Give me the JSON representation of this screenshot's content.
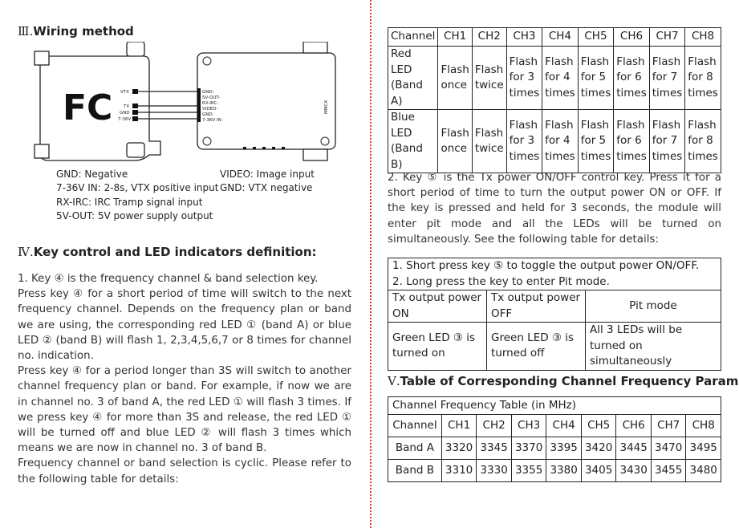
{
  "wiring": {
    "numeral": "Ⅲ.",
    "title": "Wiring method",
    "fc_label": "FC",
    "fc_pins": [
      "VTX",
      "TX",
      "GND",
      "7-36V"
    ],
    "vtx_pins": [
      "GND-",
      "5V-OUT-",
      "RX-IRC-",
      "VIDEO-",
      "GND-",
      "7-36V IN-"
    ],
    "vtx_side_text": "MMCX",
    "legend": {
      "gnd": "GND: Negative",
      "vin": "7-36V IN: 2-8s, VTX positive input",
      "rx": "RX-IRC: IRC Tramp signal input",
      "vout": "5V-OUT: 5V power supply output",
      "video": "VIDEO: Image input",
      "gnd_vtx": "GND: VTX negative"
    }
  },
  "keys": {
    "numeral": "Ⅳ.",
    "title": "Key control and LED indicators definition:",
    "paragraphs": [
      "1. Key ④ is the frequency channel & band selection key.",
      "Press key ④ for a short period of time will switch to the next frequency channel. Depends on the frequency plan or band we are using, the corresponding red LED ① (band A) or blue LED ② (band B) will flash 1, 2,3,4,5,6,7 or 8 times for channel no. indication.",
      "Press key ④ for a period longer than 3S will switch to another channel frequency plan or band. For example, if now we are in channel no. 3 of band A, the red LED ① will flash 3 times. If we press key ④ for more than 3S and release, the red LED ① will be turned off and blue LED ② will flash 3 times which means we are now in channel no. 3 of band B.",
      "Frequency channel or band selection is cyclic. Please refer to the following table for details:"
    ]
  },
  "led_table": {
    "header": [
      "Channel",
      "CH1",
      "CH2",
      "CH3",
      "CH4",
      "CH5",
      "CH6",
      "CH7",
      "CH8"
    ],
    "rows": [
      [
        "Red LED (Band A)",
        "Flash once",
        "Flash twice",
        "Flash for 3 times",
        "Flash for 4 times",
        "Flash for 5 times",
        "Flash for 6 times",
        "Flash for 7 times",
        "Flash for 8 times"
      ],
      [
        "Blue LED (Band B)",
        "Flash once",
        "Flash twice",
        "Flash for 3 times",
        "Flash for 4 times",
        "Flash for 5 times",
        "Flash for 6 times",
        "Flash for 7 times",
        "Flash for 8 times"
      ]
    ]
  },
  "key5": {
    "text": "2. Key ⑤ is the Tx power ON/OFF control key. Press it for a short period of time to turn the output power ON or OFF. If the key is pressed and held for 3 seconds, the module will enter pit mode and all the LEDs will be turned on simultaneously. See the following table for details:"
  },
  "power_table": {
    "line1": "1. Short press key ⑤ to toggle the output power ON/OFF.",
    "line2": "2. Long press the key to enter Pit mode.",
    "head": [
      "Tx output power ON",
      "Tx output power OFF",
      "Pit mode"
    ],
    "row": [
      "Green LED ③ is turned on",
      "Green LED ③ is turned off",
      "All 3 LEDs will be turned on simultaneously"
    ]
  },
  "freq": {
    "numeral": "Ⅴ.",
    "title": "Table of Corresponding Channel Frequency Parameters",
    "caption": "Channel Frequency Table (in MHz)",
    "header": [
      "Channel",
      "CH1",
      "CH2",
      "CH3",
      "CH4",
      "CH5",
      "CH6",
      "CH7",
      "CH8"
    ],
    "rows": [
      [
        "Band A",
        "3320",
        "3345",
        "3370",
        "3395",
        "3420",
        "3445",
        "3470",
        "3495"
      ],
      [
        "Band B",
        "3310",
        "3330",
        "3355",
        "3380",
        "3405",
        "3430",
        "3455",
        "3480"
      ]
    ]
  }
}
